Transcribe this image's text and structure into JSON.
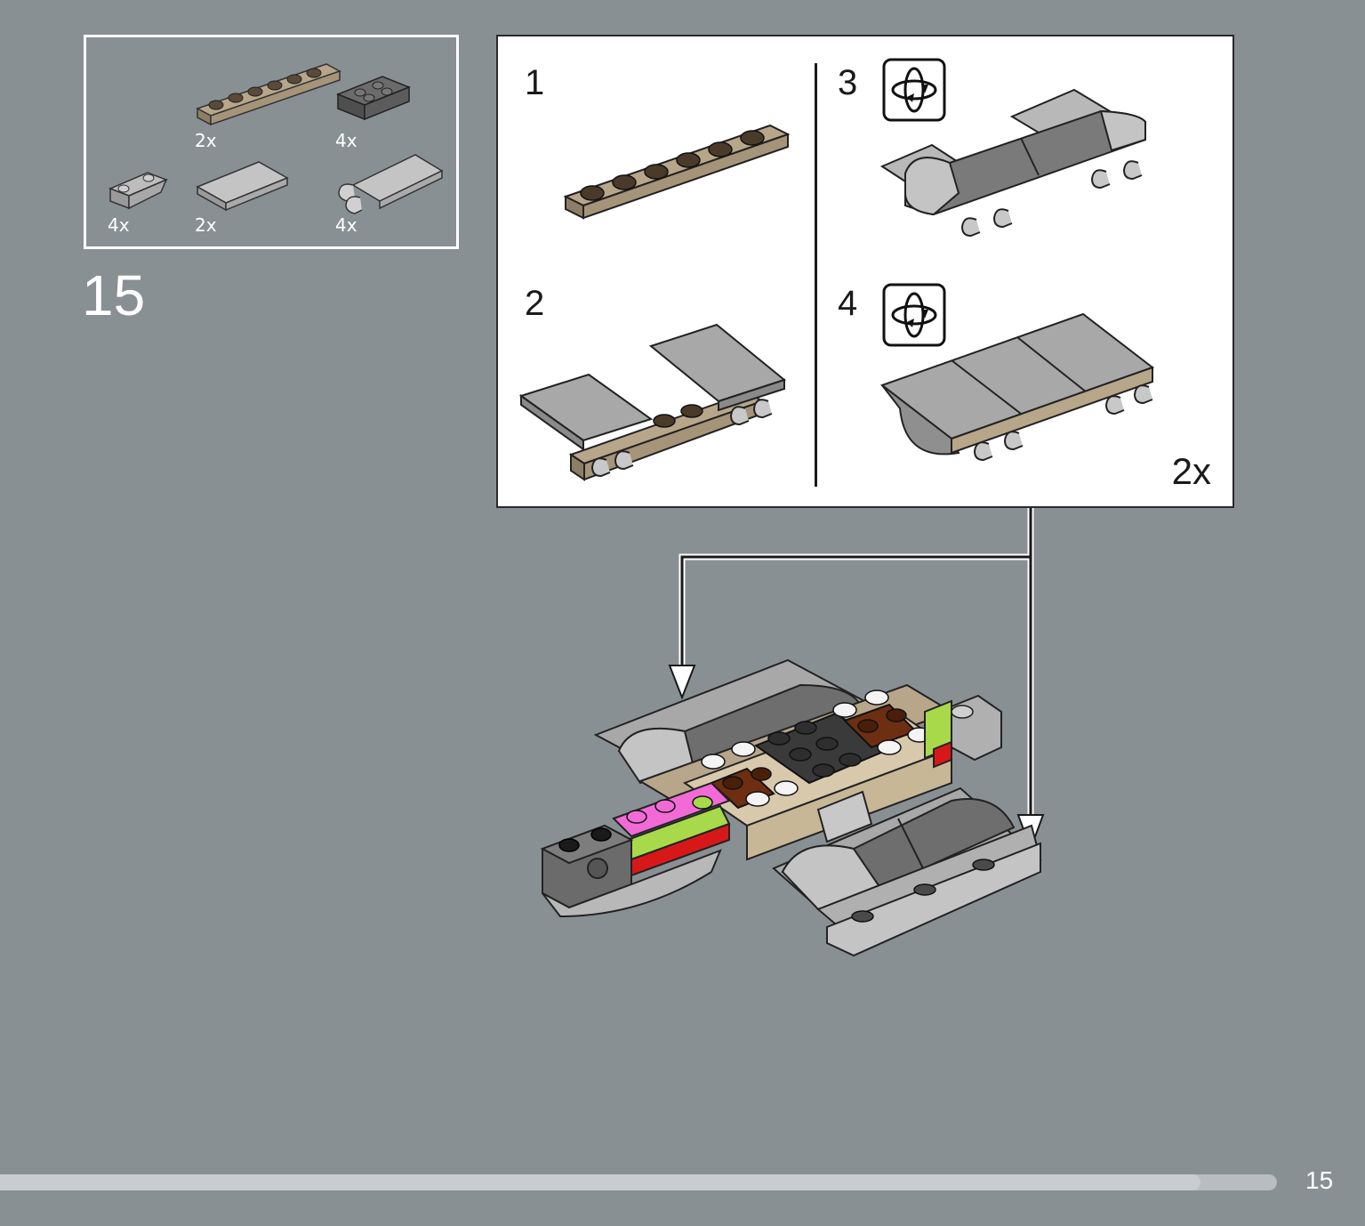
{
  "parts_list": {
    "items": [
      {
        "part": "tan-plate-1x6",
        "qty": "2x"
      },
      {
        "part": "dark-gray-inverted-slope",
        "qty": "4x"
      },
      {
        "part": "light-gray-inverted-slope",
        "qty": "4x"
      },
      {
        "part": "light-gray-tile-2x4",
        "qty": "2x"
      },
      {
        "part": "light-gray-tile-clips",
        "qty": "4x"
      }
    ]
  },
  "step": {
    "number": "15"
  },
  "sub_assembly": {
    "substeps": [
      {
        "number": "1"
      },
      {
        "number": "2"
      },
      {
        "number": "3"
      },
      {
        "number": "4"
      }
    ],
    "multiplier": "2x",
    "icons": [
      "rotate-model-icon"
    ]
  },
  "footer": {
    "page_number": "15",
    "progress": 0.94
  },
  "colors": {
    "background": "#899094",
    "tan": "#b8a68a",
    "dark_gray": "#6b6b6b",
    "light_gray": "#a8a8a8",
    "pink": "#f26ad6",
    "lime": "#a8d94a",
    "red": "#d81818",
    "brown": "#6e2e12"
  }
}
